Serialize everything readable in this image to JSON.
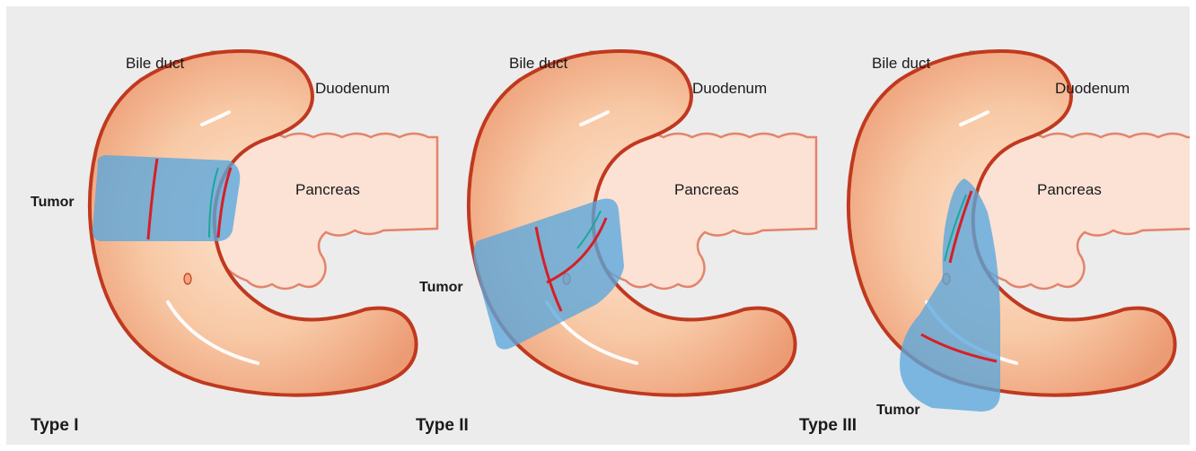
{
  "panels": [
    {
      "type_label": "Type I",
      "bile_duct_label": "Bile duct",
      "duodenum_label": "Duodenum",
      "pancreas_label": "Pancreas",
      "tumor_label": "Tumor"
    },
    {
      "type_label": "Type II",
      "bile_duct_label": "Bile duct",
      "duodenum_label": "Duodenum",
      "pancreas_label": "Pancreas",
      "tumor_label": "Tumor"
    },
    {
      "type_label": "Type III",
      "bile_duct_label": "Bile duct",
      "duodenum_label": "Duodenum",
      "pancreas_label": "Pancreas",
      "tumor_label": "Tumor"
    }
  ],
  "colors": {
    "background": "#ececec",
    "duodenum_fill": "#f7c8a4",
    "duodenum_outline": "#c0391f",
    "pancreas_fill": "#fbe2d5",
    "pancreas_outline": "#e3846a",
    "bile_duct": "#a8d8a6",
    "tumor": "#5aa7dc",
    "resection_line": "#d61f26"
  }
}
